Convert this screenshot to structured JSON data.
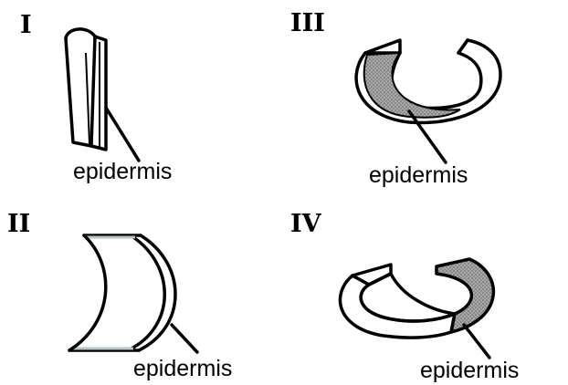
{
  "panels": [
    {
      "numeral": "I",
      "label": "epidermis"
    },
    {
      "numeral": "II",
      "label": "epidermis"
    },
    {
      "numeral": "III",
      "label": "epidermis"
    },
    {
      "numeral": "IV",
      "label": "epidermis"
    }
  ],
  "colors": {
    "ink": "#000000",
    "paper": "#ffffff",
    "shade": "#9a9a9a",
    "edge": "#b8c4c8"
  }
}
